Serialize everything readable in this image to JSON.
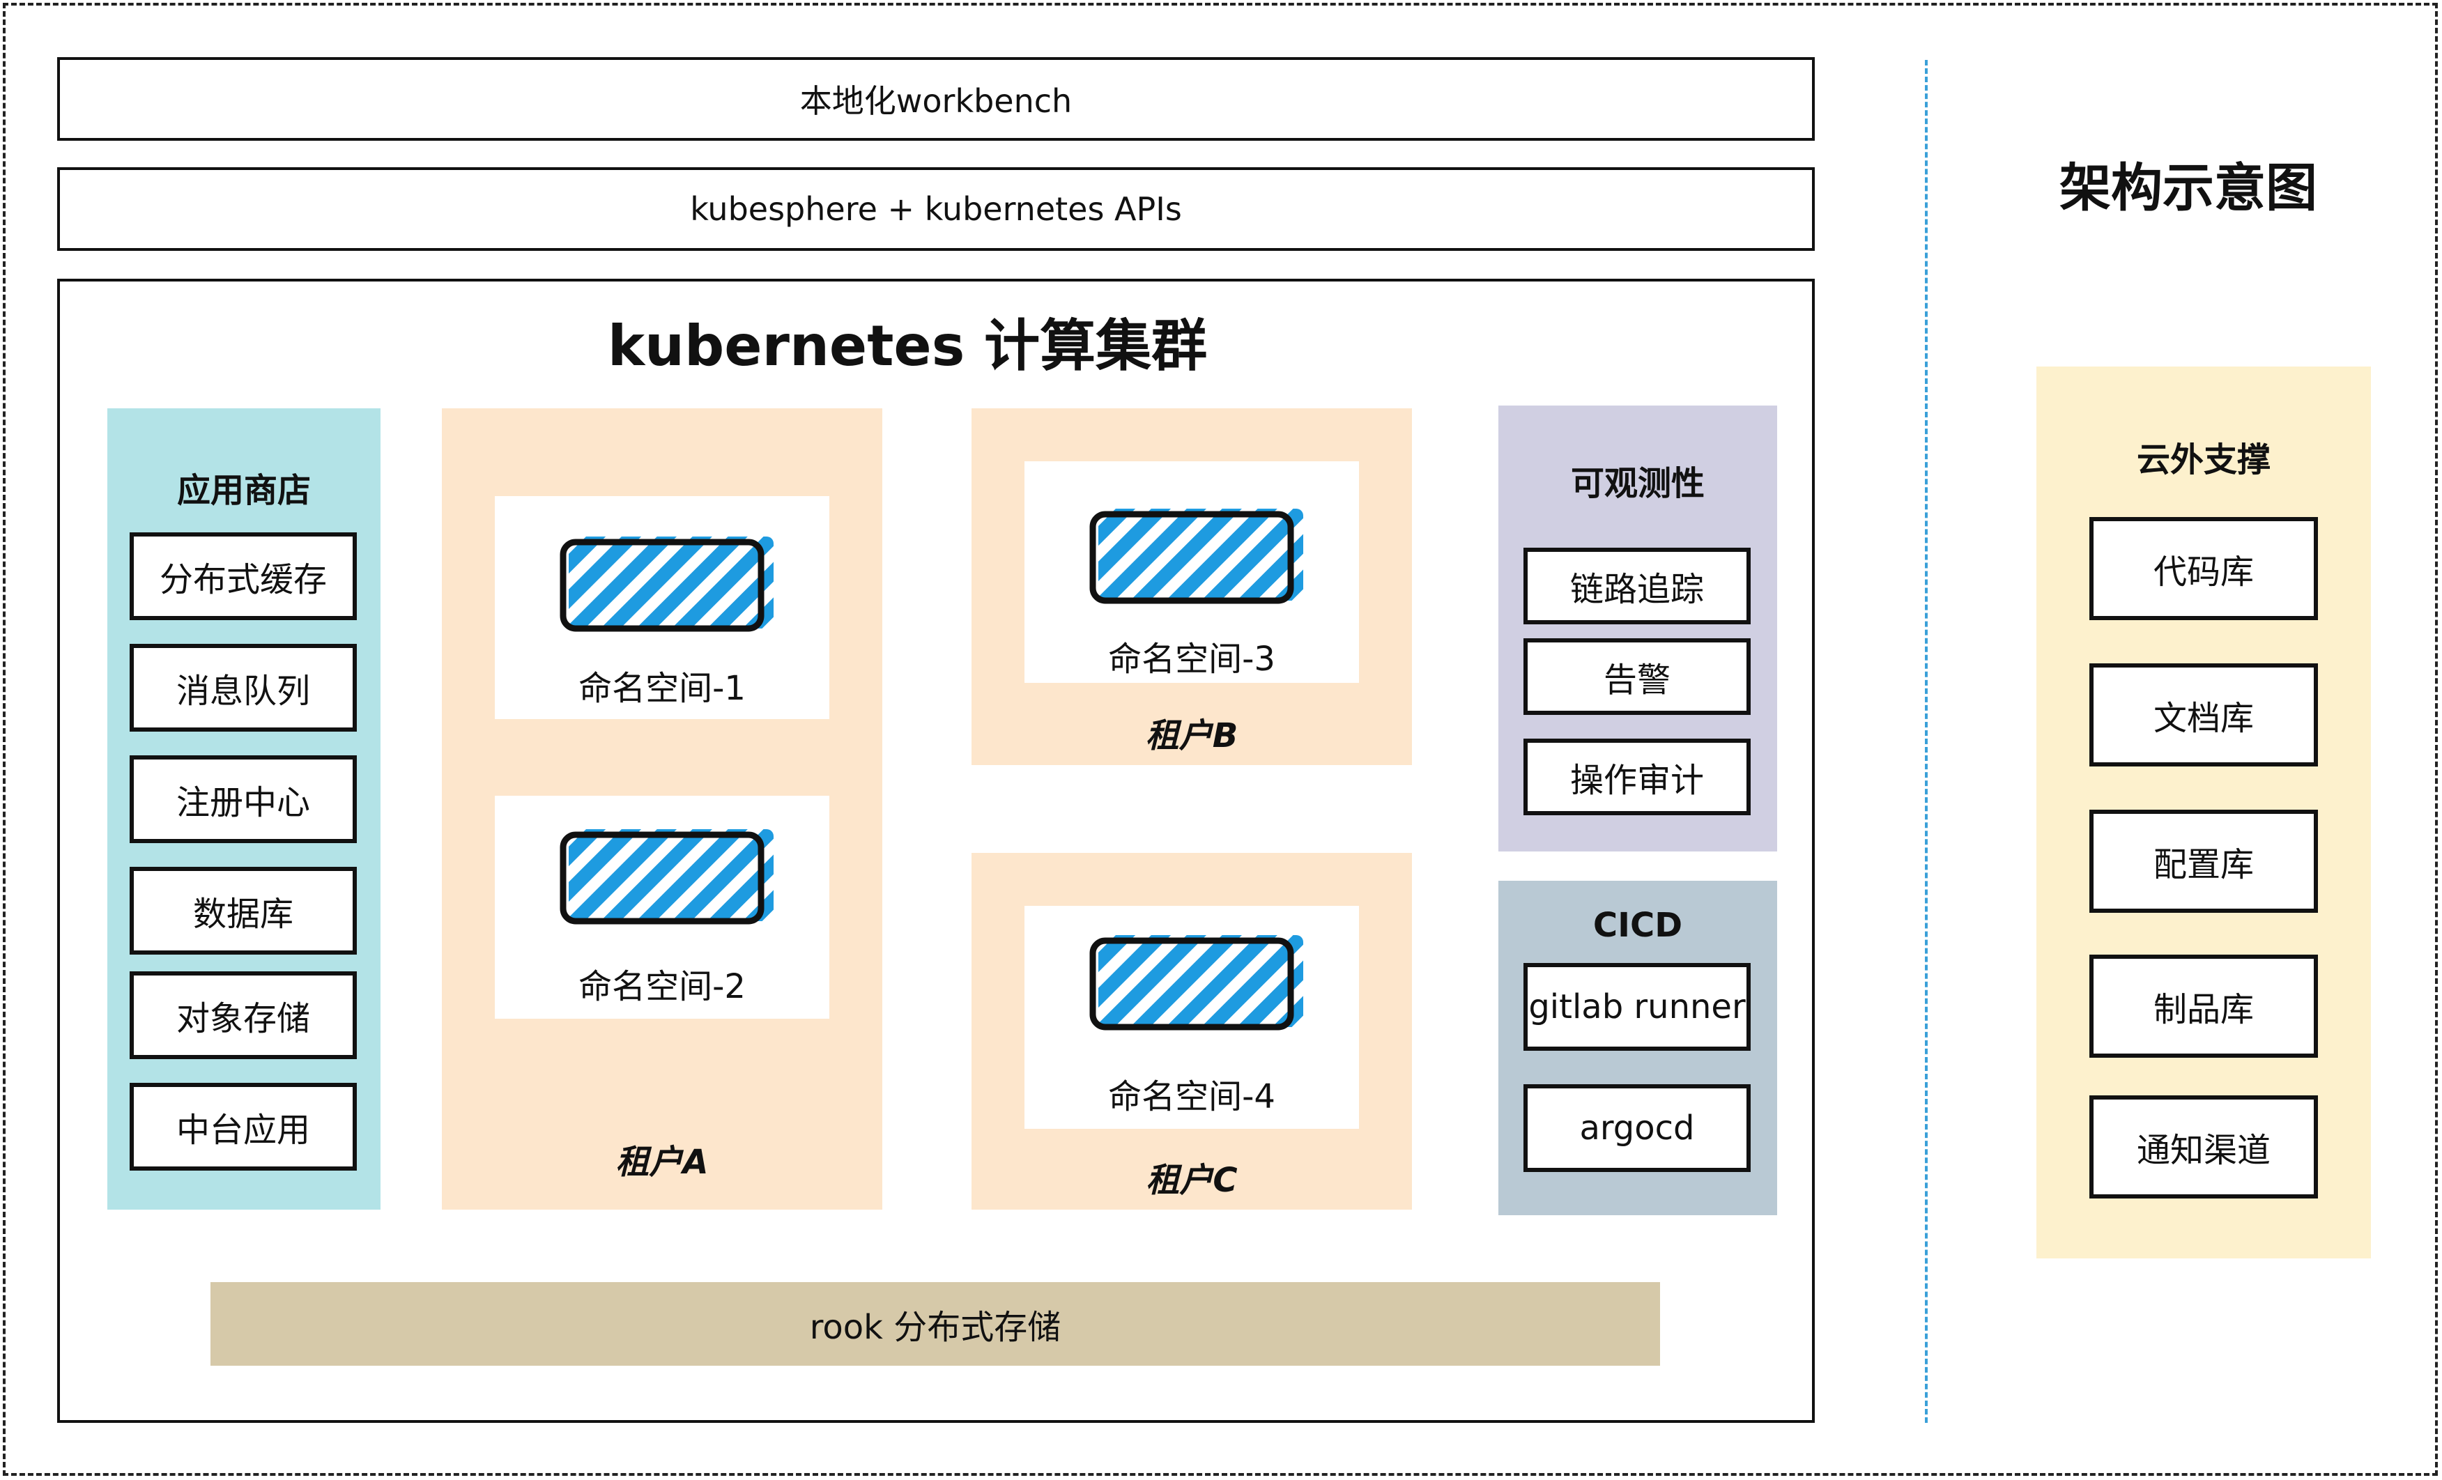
{
  "diagram": {
    "title": "架构示意图",
    "layers": {
      "workbench": "本地化workbench",
      "apis": "kubesphere + kubernetes APIs"
    },
    "cluster": {
      "title": "kubernetes 计算集群",
      "app_store": {
        "title": "应用商店",
        "items": [
          "分布式缓存",
          "消息队列",
          "注册中心",
          "数据库",
          "对象存储",
          "中台应用"
        ]
      },
      "tenants": [
        {
          "name": "租户A",
          "namespaces": [
            "命名空间-1",
            "命名空间-2"
          ]
        },
        {
          "name": "租户B",
          "namespaces": [
            "命名空间-3"
          ]
        },
        {
          "name": "租户C",
          "namespaces": [
            "命名空间-4"
          ]
        }
      ],
      "observability": {
        "title": "可观测性",
        "items": [
          "链路追踪",
          "告警",
          "操作审计"
        ]
      },
      "cicd": {
        "title": "CICD",
        "items": [
          "gitlab runner",
          "argocd"
        ]
      },
      "storage": "rook 分布式存储"
    },
    "external_support": {
      "title": "云外支撑",
      "items": [
        "代码库",
        "文档库",
        "配置库",
        "制品库",
        "通知渠道"
      ]
    },
    "colors": {
      "app_store_bg": "#b3e3e7",
      "tenant_bg": "#fde6cc",
      "observability_bg": "#d0cfe2",
      "cicd_bg": "#b9c9d4",
      "external_bg": "#fdf1cd",
      "storage_bg": "#d6c9a9",
      "hatch": "#1e9be0",
      "separator": "#3aa0d8"
    }
  }
}
